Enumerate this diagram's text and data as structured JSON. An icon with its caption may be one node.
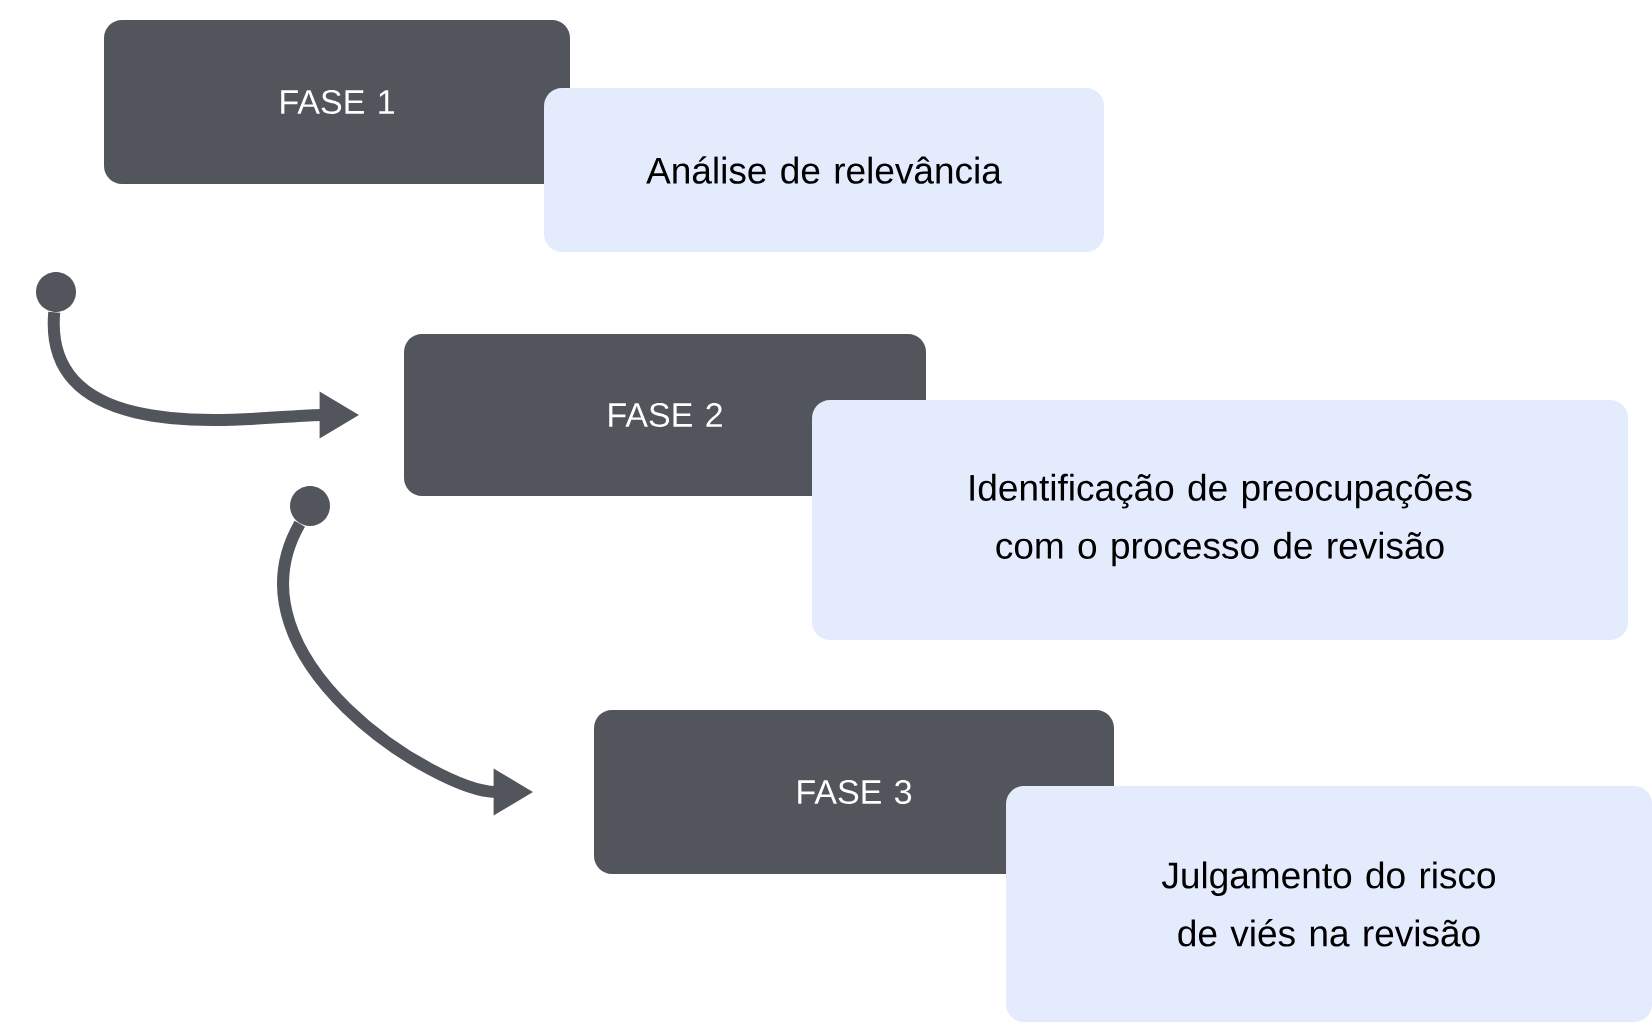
{
  "diagram": {
    "nodes": [
      {
        "text": [
          "FASE 1"
        ]
      },
      {
        "text": [
          "Análise de relevância"
        ]
      },
      {
        "text": [],
        "shape": "circle"
      },
      {
        "text": [
          "FASE 2"
        ]
      },
      {
        "text": [
          "Identificação de preocupações com o processo de revisão"
        ]
      },
      {
        "text": [],
        "shape": "circle"
      },
      {
        "text": [
          "FASE 3"
        ]
      },
      {
        "text": [
          "Julgamento do risco de viés na revisão"
        ]
      }
    ],
    "edges": [
      {
        "from": 2,
        "to": 3,
        "arrow": "to"
      },
      {
        "from": 5,
        "to": 6,
        "arrow": "to"
      }
    ]
  }
}
